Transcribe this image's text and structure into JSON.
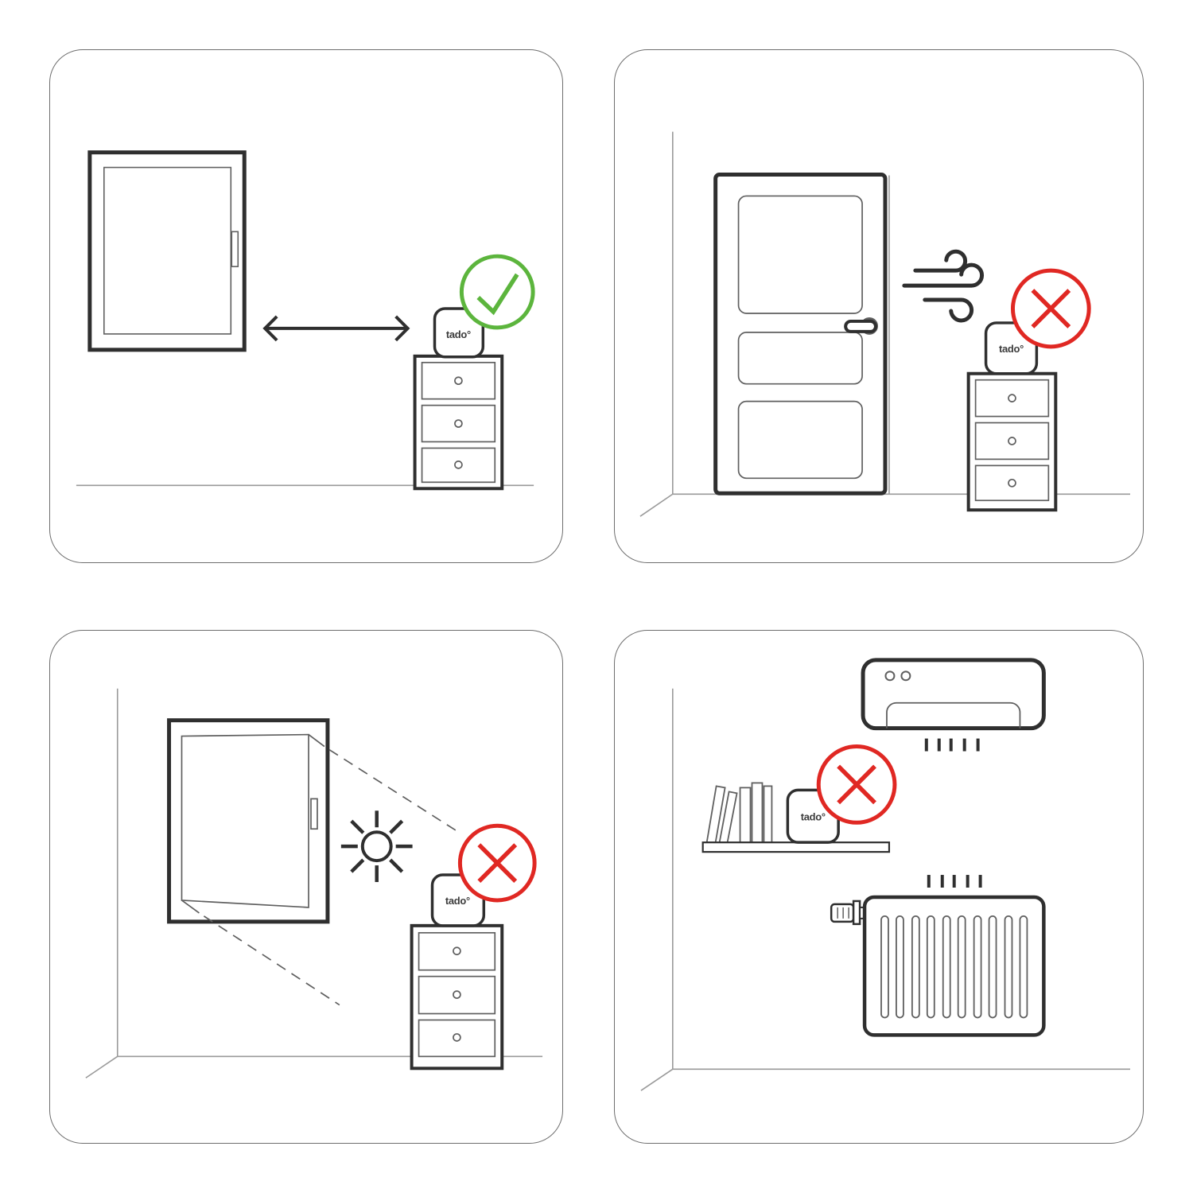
{
  "colors": {
    "background": "#ffffff",
    "line_dark": "#2f2f2f",
    "line_mid": "#5f5f5f",
    "line_light": "#9a9a9a",
    "panel_border": "#6e6e6e",
    "green": "#5cb53d",
    "red": "#e02823",
    "label_text": "#3c3c3c"
  },
  "panels": {
    "top_left": {
      "device_label": "tado°",
      "verdict_icon": "checkmark-icon"
    },
    "top_right": {
      "device_label": "tado°",
      "verdict_icon": "cross-icon"
    },
    "bottom_left": {
      "device_label": "tado°",
      "verdict_icon": "cross-icon"
    },
    "bottom_right": {
      "device_label": "tado°",
      "verdict_icon": "cross-icon"
    }
  }
}
